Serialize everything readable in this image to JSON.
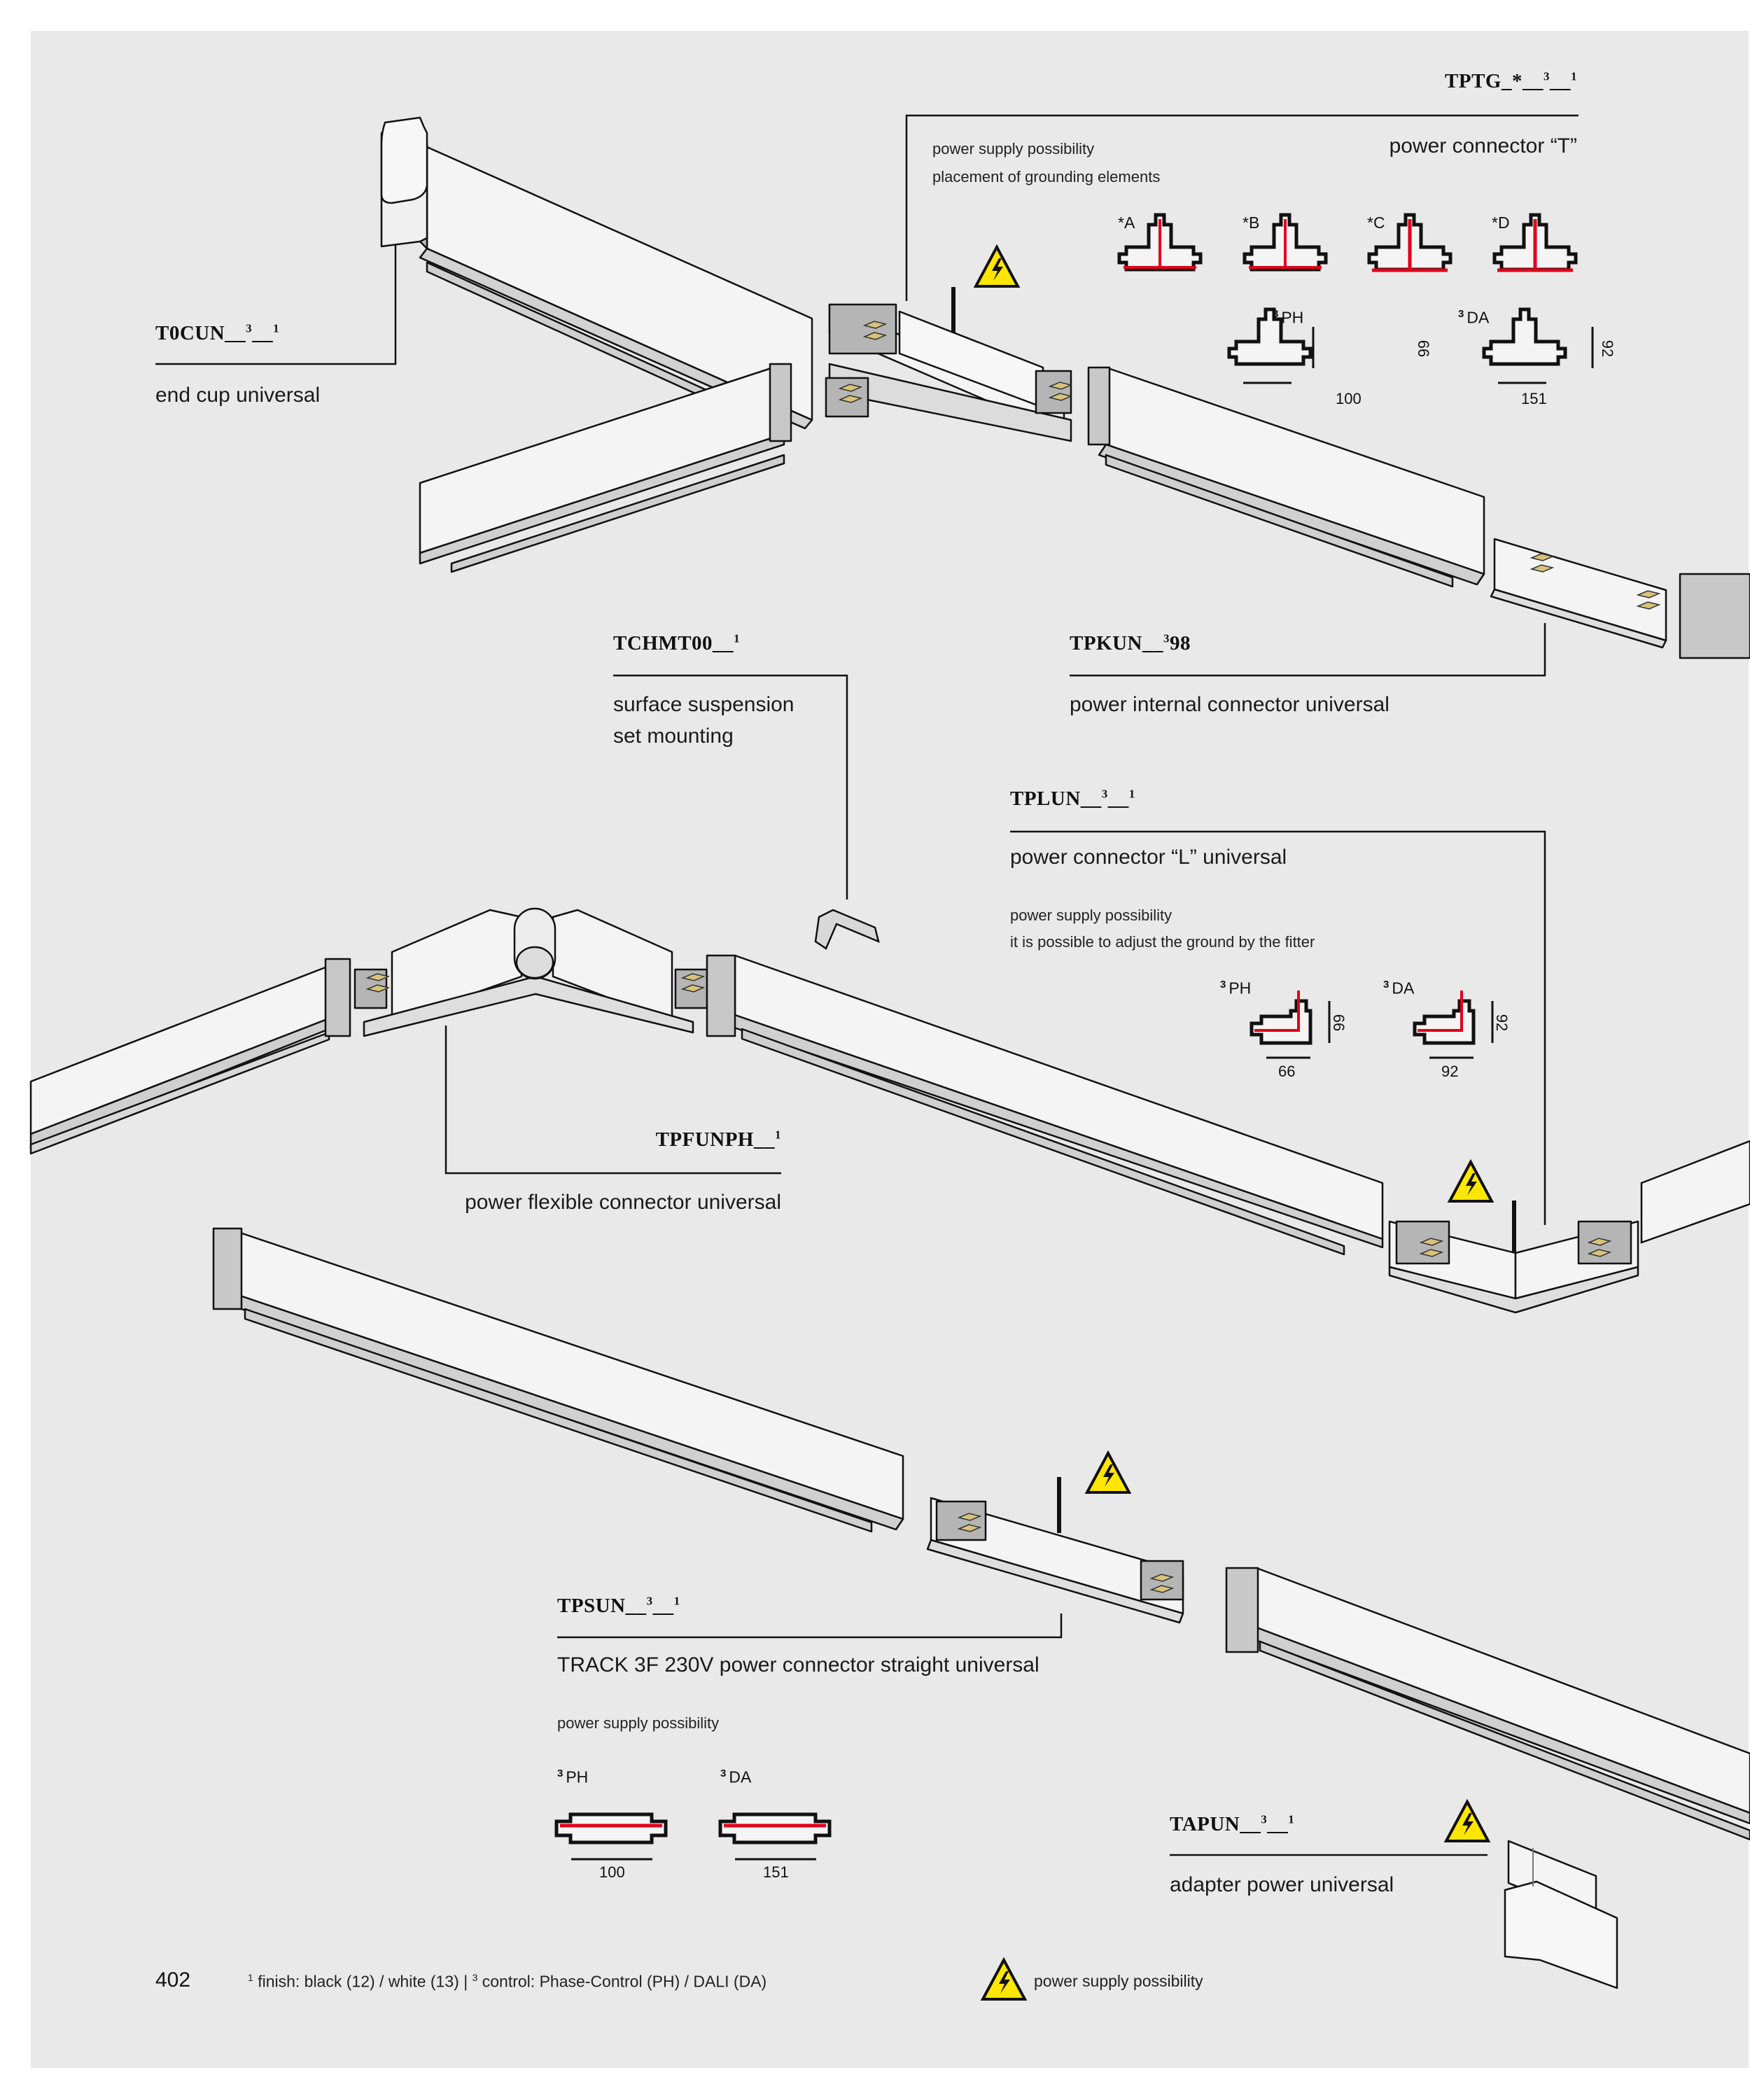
{
  "colors": {
    "background": "#e9e9e9",
    "line": "#111111",
    "accent_red": "#e2001a",
    "warning_yellow": "#ffe600",
    "contact_gold": "#d9c27a"
  },
  "products": {
    "tptg": {
      "code": "TPTG_*__",
      "sup1": "3",
      "mid": "__",
      "sup2": "1",
      "title": "power connector “T”",
      "notes": [
        "power supply possibility",
        "placement of grounding elements"
      ],
      "variants": [
        "*A",
        "*B",
        "*C",
        "*D"
      ],
      "control": [
        {
          "label": "PH",
          "width": "100",
          "height": "66"
        },
        {
          "label": "DA",
          "width": "151",
          "height": "92"
        }
      ],
      "warning_icon": "high-voltage-warning-icon"
    },
    "t0cun": {
      "code": "T0CUN__",
      "sup1": "3",
      "mid": "__",
      "sup2": "1",
      "title": "end cup universal"
    },
    "tchmt00": {
      "code": "TCHMT00__",
      "sup2": "1",
      "title_lines": [
        "surface suspension",
        "set mounting"
      ]
    },
    "tpkun": {
      "code": "TPKUN__",
      "sup1": "3",
      "suffix": "98",
      "title": "power internal connector universal"
    },
    "tplun": {
      "code": "TPLUN__",
      "sup1": "3",
      "mid": "__",
      "sup2": "1",
      "title": "power connector “L” universal",
      "notes": [
        "power supply possibility",
        "it is possible to adjust the ground by the fitter"
      ],
      "control": [
        {
          "label": "PH",
          "width": "66",
          "height": "66"
        },
        {
          "label": "DA",
          "width": "92",
          "height": "92"
        }
      ],
      "warning_icon": "high-voltage-warning-icon"
    },
    "tpfunph": {
      "code": "TPFUNPH__",
      "sup2": "1",
      "title": "power flexible connector universal"
    },
    "tpsun": {
      "code": "TPSUN__",
      "sup1": "3",
      "mid": "__",
      "sup2": "1",
      "title": "TRACK 3F 230V power connector straight universal",
      "notes": [
        "power supply possibility"
      ],
      "control": [
        {
          "label": "PH",
          "width": "100"
        },
        {
          "label": "DA",
          "width": "151"
        }
      ],
      "warning_icon": "high-voltage-warning-icon"
    },
    "tapun": {
      "code": "TAPUN__",
      "sup1": "3",
      "mid": "__",
      "sup2": "1",
      "title": "adapter power universal",
      "warning_icon": "high-voltage-warning-icon"
    }
  },
  "control_sup": "3",
  "footer": {
    "page_number": "402",
    "sup1": "1",
    "finish_note": "finish: black (12) / white (13) |",
    "sup3": "3",
    "control_note": "control: Phase-Control (PH) / DALI (DA)",
    "legend_text": "power supply possibility",
    "legend_icon": "high-voltage-warning-icon"
  }
}
